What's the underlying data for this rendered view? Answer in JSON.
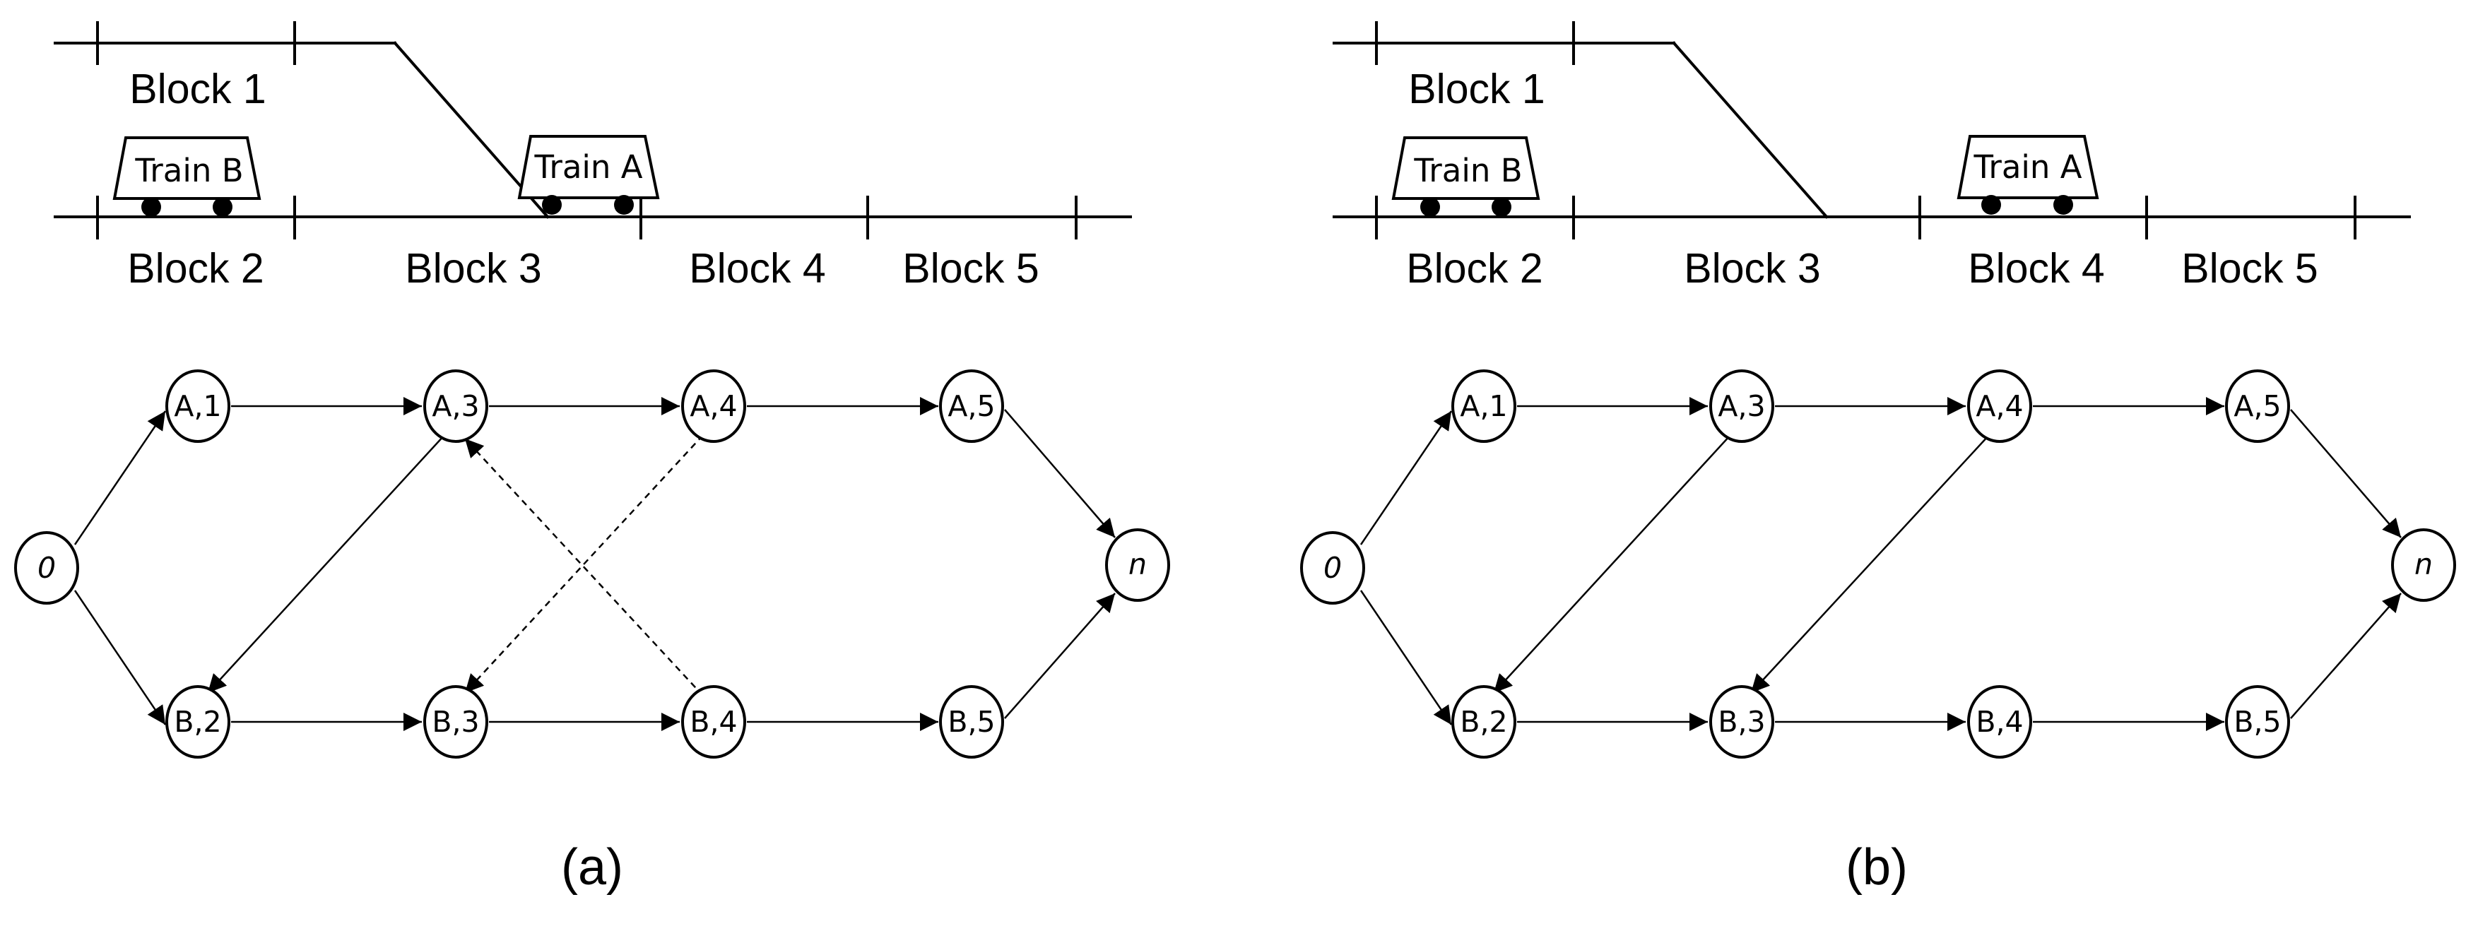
{
  "panels": [
    {
      "id": "a",
      "caption": "(a)",
      "blocks": {
        "b1": "Block 1",
        "b2": "Block 2",
        "b3": "Block 3",
        "b4": "Block 4",
        "b5": "Block 5"
      },
      "trains": {
        "B": "Train B",
        "A": "Train A"
      },
      "nodes": {
        "o": "0",
        "a1": "A,1",
        "a3": "A,3",
        "a4": "A,4",
        "a5": "A,5",
        "b2": "B,2",
        "b3": "B,3",
        "b4": "B,4",
        "b5": "B,5",
        "n": "n"
      }
    },
    {
      "id": "b",
      "caption": "(b)",
      "blocks": {
        "b1": "Block 1",
        "b2": "Block 2",
        "b3": "Block 3",
        "b4": "Block 4",
        "b5": "Block 5"
      },
      "trains": {
        "B": "Train B",
        "A": "Train A"
      },
      "nodes": {
        "o": "0",
        "a1": "A,1",
        "a3": "A,3",
        "a4": "A,4",
        "a5": "A,5",
        "b2": "B,2",
        "b3": "B,3",
        "b4": "B,4",
        "b5": "B,5",
        "n": "n"
      }
    }
  ]
}
